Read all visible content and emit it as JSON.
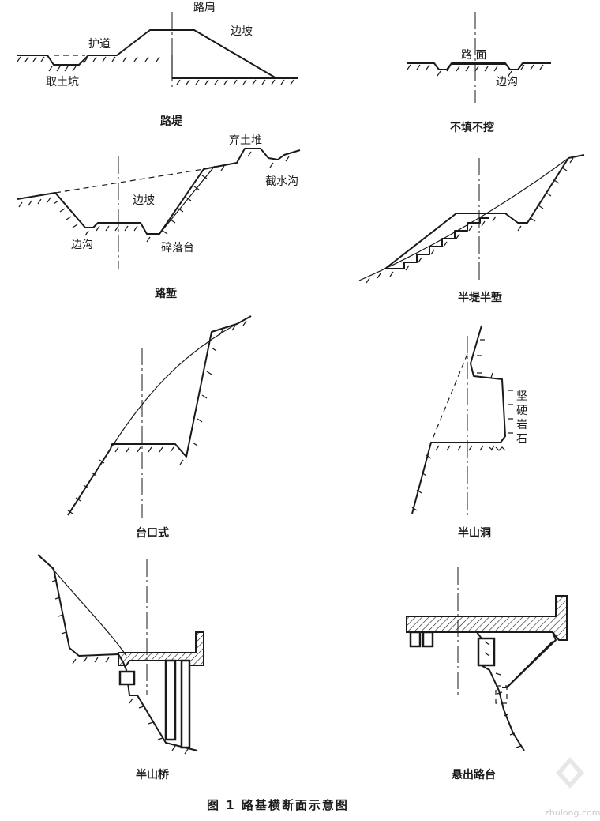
{
  "figure_caption": "图 1   路基横断面示意图",
  "watermark": "zhulong.com",
  "panels": {
    "embankment": {
      "caption": "路堤",
      "labels": {
        "shoulder": "路肩",
        "side_slope": "边坡",
        "berm": "护道",
        "borrow_pit": "取土坑"
      }
    },
    "at_grade": {
      "caption": "不填不挖",
      "labels": {
        "pavement": "路  面",
        "side_ditch": "边沟"
      }
    },
    "cutting": {
      "caption": "路堑",
      "labels": {
        "spoil_bank": "弃土堆",
        "intercept_ditch": "截水沟",
        "side_slope": "边坡",
        "side_ditch": "边沟",
        "debris_platform": "碎落台"
      }
    },
    "half_fill_half_cut": {
      "caption": "半堤半堑"
    },
    "bench": {
      "caption": "台口式"
    },
    "half_tunnel": {
      "caption": "半山洞",
      "labels": {
        "hard_rock": [
          "坚",
          "硬",
          "岩",
          "石"
        ]
      }
    },
    "half_bridge": {
      "caption": "半山桥"
    },
    "cantilever": {
      "caption": "悬出路台"
    }
  }
}
